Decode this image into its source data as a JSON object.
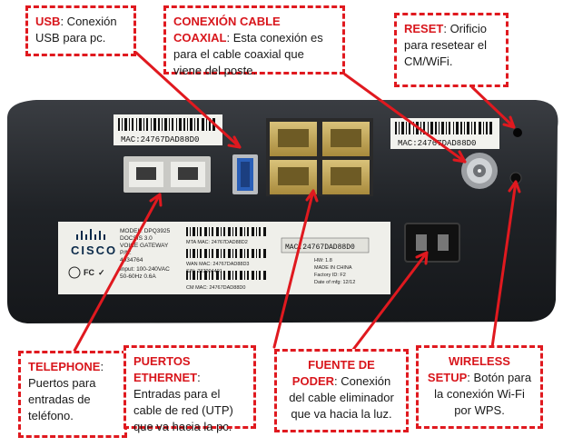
{
  "callouts": {
    "usb": {
      "title": "USB",
      "text": ": Conexión USB para pc."
    },
    "coax": {
      "title": "CONEXIÓN CABLE COAXIAL",
      "text": ": Esta conexión es para el cable coaxial que viene del poste."
    },
    "reset": {
      "title": "RESET",
      "text": ": Orificio para resetear el CM/WiFi."
    },
    "telephone": {
      "title": "TELEPHONE",
      "text": ": Puertos para entradas de teléfono."
    },
    "ethernet": {
      "title": "PUERTOS ETHERNET",
      "text": ": Entradas para el cable de red (UTP) que va hacia la pc."
    },
    "power": {
      "title": "FUENTE DE PODER",
      "text": ": Conexión del cable eliminador que va hacia la luz."
    },
    "wireless": {
      "title": "WIRELESS SETUP",
      "text": ": Botón para la conexión Wi-Fi por WPS."
    }
  },
  "device": {
    "brand": "CISCO",
    "model_lines": [
      "MODEL: DPQ3925",
      "DOCSIS 3.0",
      "VOICE GATEWAY",
      "P/N:",
      "4034764",
      "Input: 100-240VAC",
      "50-60Hz 0.6A"
    ],
    "mac_label_1": "MAC:24767DAD88D0",
    "mac_label_2": "MAC:24767DAD88D0",
    "mac_label_3": "MAC:24767DAD88D0",
    "mta_mac": "MTA MAC: 24767DAD88D2",
    "wan_mac": "WAN MAC: 24767DAD88D3",
    "sn": "S/N: 237004401",
    "cm_mac": "CM MAC: 24767DAD88D0",
    "made_in": "MADE IN CHINA",
    "factory": "Factory ID: F2",
    "date": "Date of mfg: 12/12",
    "hw": "HW: 1.8"
  },
  "colors": {
    "accent": "#e0191f",
    "device": "#1f2226"
  }
}
